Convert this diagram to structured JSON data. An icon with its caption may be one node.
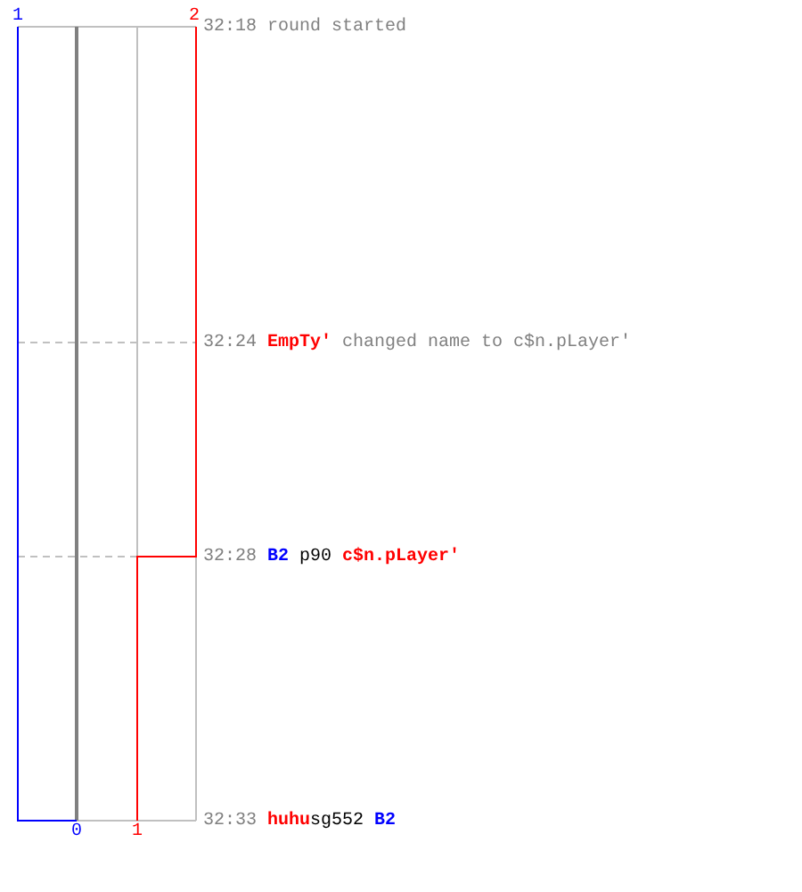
{
  "diagram": {
    "labels": [
      "1",
      "2",
      "32:18",
      "round started",
      "32:24",
      "EmpTy'",
      "changed name to c$n.pLayer'",
      "32:28",
      "B2",
      "p90",
      "c$n.pLayer'",
      "0",
      "1",
      "32:33",
      "huhu",
      "sg552",
      "B2"
    ]
  }
}
